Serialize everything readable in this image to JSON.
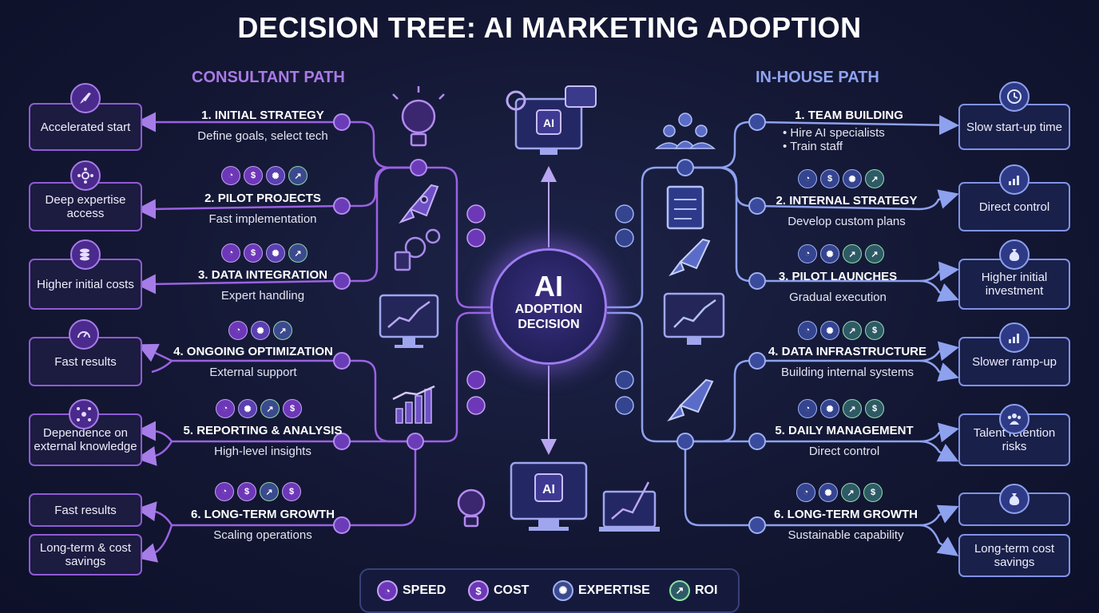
{
  "title": "DECISION TREE: AI MARKETING ADOPTION",
  "hub": {
    "line1": "AI",
    "line2": "ADOPTION",
    "line3": "DECISION"
  },
  "consultant": {
    "heading": "CONSULTANT PATH",
    "steps": [
      {
        "title": "1. INITIAL STRATEGY",
        "desc": "Define goals, select tech",
        "badges": []
      },
      {
        "title": "2. PILOT PROJECTS",
        "desc": "Fast implementation",
        "badges": [
          "speed",
          "cost",
          "expertise",
          "roi"
        ]
      },
      {
        "title": "3. DATA INTEGRATION",
        "desc": "Expert handling",
        "badges": [
          "speed",
          "cost",
          "expertise",
          "roi"
        ]
      },
      {
        "title": "4. ONGOING OPTIMIZATION",
        "desc": "External support",
        "badges": [
          "speed",
          "expertise",
          "roi"
        ]
      },
      {
        "title": "5. REPORTING & ANALYSIS",
        "desc": "High-level insights",
        "badges": [
          "speed",
          "expertise",
          "roi",
          "cost"
        ]
      },
      {
        "title": "6. LONG-TERM GROWTH",
        "desc": "Scaling operations",
        "badges": [
          "speed",
          "cost",
          "roi",
          "cost"
        ]
      }
    ],
    "outcomes": [
      {
        "label": "Accelerated start",
        "icon": "rocket-icon"
      },
      {
        "label": "Deep expertise access",
        "icon": "network-icon"
      },
      {
        "label": "Higher initial costs",
        "icon": "coins-icon"
      },
      {
        "label": "Fast results",
        "icon": "speedometer-icon"
      },
      {
        "label": "Dependence on external knowledge",
        "icon": "people-network-icon"
      },
      {
        "label": "Fast results",
        "icon": ""
      },
      {
        "label": "Long-term & cost savings",
        "icon": ""
      }
    ]
  },
  "inhouse": {
    "heading": "IN-HOUSE PATH",
    "steps": [
      {
        "title": "1. TEAM BUILDING",
        "bullets": [
          "• Hire AI specialists",
          "• Train staff"
        ],
        "badges": []
      },
      {
        "title": "2. INTERNAL STRATEGY",
        "desc": "Develop custom plans",
        "badges": [
          "speed",
          "cost",
          "expertise",
          "roi"
        ]
      },
      {
        "title": "3. PILOT LAUNCHES",
        "desc": "Gradual execution",
        "badges": [
          "speed",
          "expertise",
          "roi",
          "roi"
        ]
      },
      {
        "title": "4. DATA INFRASTRUCTURE",
        "desc": "Building internal systems",
        "badges": [
          "speed",
          "expertise",
          "roi",
          "cost"
        ]
      },
      {
        "title": "5. DAILY MANAGEMENT",
        "desc": "Direct control",
        "badges": [
          "speed",
          "expertise",
          "roi",
          "cost"
        ]
      },
      {
        "title": "6. LONG-TERM GROWTH",
        "desc": "Sustainable capability",
        "badges": [
          "speed",
          "expertise",
          "roi",
          "cost"
        ]
      }
    ],
    "outcomes": [
      {
        "label": "Slow start-up time",
        "icon": "clock-icon"
      },
      {
        "label": "Direct control",
        "icon": "chart-icon"
      },
      {
        "label": "Higher initial investment",
        "icon": "money-bag-icon"
      },
      {
        "label": "Slower ramp-up",
        "icon": "chart-icon"
      },
      {
        "label": "Talent retention risks",
        "icon": "team-icon"
      },
      {
        "label": "",
        "icon": "money-bag-icon"
      },
      {
        "label": "Long-term cost savings",
        "icon": ""
      }
    ]
  },
  "legend": [
    {
      "key": "speed",
      "label": "SPEED"
    },
    {
      "key": "cost",
      "label": "COST"
    },
    {
      "key": "expertise",
      "label": "EXPERTISE"
    },
    {
      "key": "roi",
      "label": "ROI"
    }
  ],
  "colors": {
    "consultant": "#8f5bd6",
    "inhouse": "#7f92e6",
    "background": "#141834",
    "hub_glow": "#9d7bf0"
  }
}
